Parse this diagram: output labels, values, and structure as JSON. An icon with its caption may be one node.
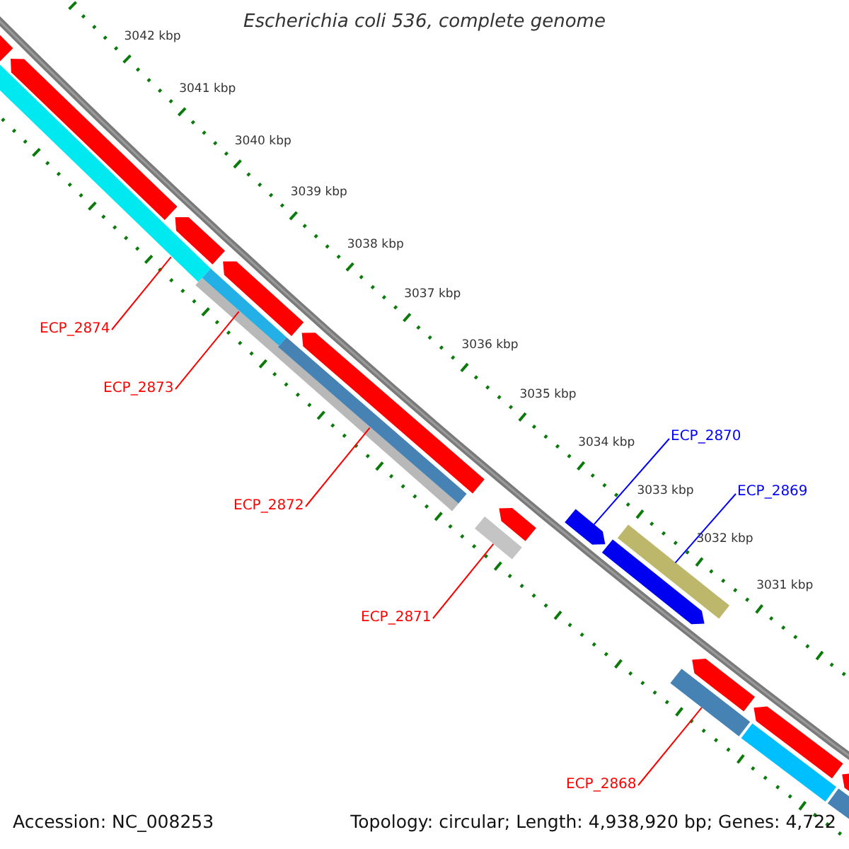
{
  "diagram": {
    "title": "Escherichia coli 536, complete genome",
    "nodes": [
      {
        "text": [
          "ECP_2874"
        ]
      },
      {
        "text": [
          "ECP_2873"
        ]
      },
      {
        "text": [
          "ECP_2870"
        ]
      },
      {
        "text": [
          "ECP_2869"
        ]
      },
      {
        "text": [
          "ECP_2872"
        ]
      },
      {
        "text": [
          "ECP_2871"
        ]
      },
      {
        "text": [
          "ECP_2868"
        ]
      },
      {
        "text": [],
        "shape": "bar"
      },
      {
        "text": [],
        "shape": "bar"
      },
      {
        "text": [],
        "shape": "bar"
      },
      {
        "text": [],
        "shape": "bar"
      },
      {
        "text": [],
        "shape": "bar"
      },
      {
        "text": [],
        "shape": "bar"
      },
      {
        "text": [],
        "shape": "bar"
      },
      {
        "text": [],
        "shape": "bar"
      },
      {
        "text": [],
        "shape": "bar"
      },
      {
        "text": [],
        "shape": "bar"
      },
      {
        "text": [],
        "shape": "bar"
      },
      {
        "text": [],
        "shape": "bar"
      },
      {
        "text": [],
        "shape": "bar"
      },
      {
        "text": [],
        "shape": "bar"
      },
      {
        "text": [],
        "shape": "bar"
      },
      {
        "text": [],
        "shape": "bar"
      },
      {
        "text": [],
        "shape": "bar"
      },
      {
        "text": [],
        "shape": "bar"
      },
      {
        "text": [],
        "shape": "bar"
      },
      {
        "text": [],
        "shape": "bar"
      }
    ],
    "edges": [
      {
        "from": 0,
        "to": 8,
        "arrow": "none"
      },
      {
        "from": 1,
        "to": 12,
        "arrow": "none"
      },
      {
        "from": 2,
        "to": 18,
        "arrow": "none",
        "color": "#0000ff"
      },
      {
        "from": 3,
        "to": 20,
        "arrow": "none",
        "color": "#0000ff"
      },
      {
        "from": 4,
        "to": 15,
        "arrow": "none"
      },
      {
        "from": 5,
        "to": 16,
        "arrow": "none"
      },
      {
        "from": 6,
        "to": 21,
        "arrow": "none"
      }
    ],
    "labels": [
      "3042 kbp",
      "3041 kbp",
      "3040 kbp",
      "3039 kbp",
      "3038 kbp",
      "3037 kbp",
      "3036 kbp",
      "3035 kbp",
      "3034 kbp",
      "3033 kbp",
      "3032 kbp",
      "3031 kbp",
      "Accession: NC_008253",
      "Topology: circular; Length: 4,938,920 bp; Genes: 4,722"
    ]
  }
}
